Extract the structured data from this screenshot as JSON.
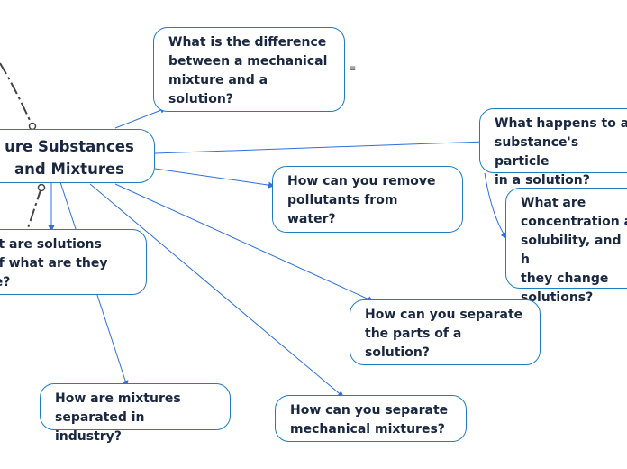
{
  "central": {
    "label": "ure Substances\nand Mixtures"
  },
  "topics": [
    {
      "id": "q1",
      "label": "What is the difference\nbetween a mechanical\nmixture and a\nsolution?"
    },
    {
      "id": "q2",
      "label": "What happens to a\nsubstance's particle\nin a solution?"
    },
    {
      "id": "q3",
      "label": "How can you remove\npollutants from\nwater?"
    },
    {
      "id": "q4",
      "label": "What are\nconcentration a\nsolubility, and h\nthey change\nsolutions?"
    },
    {
      "id": "q5",
      "label": "at are solutions\nof what are they\nle?"
    },
    {
      "id": "q6",
      "label": "How can you separate\nthe parts of a\nsolution?"
    },
    {
      "id": "q7",
      "label": "How are mixtures\nseparated in industry?"
    },
    {
      "id": "q8",
      "label": "How can you separate\nmechanical mixtures?"
    }
  ],
  "notes_icon": "≡",
  "colors": {
    "edge": "#2f6fe0",
    "border": "#1f7dbf",
    "text": "#1a2740",
    "relation": "#444444"
  }
}
